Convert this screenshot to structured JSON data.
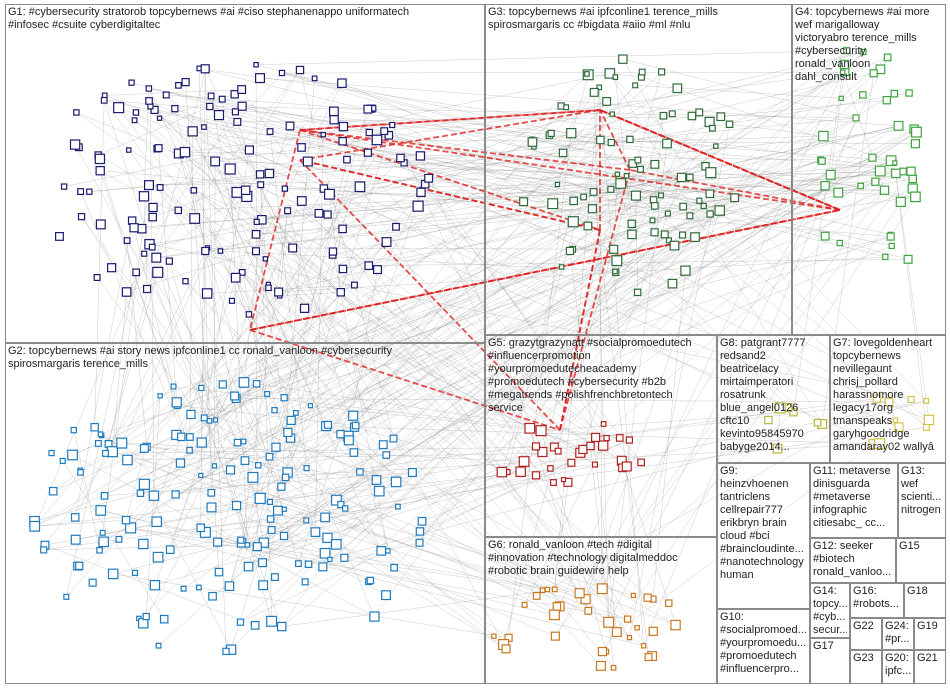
{
  "groups": [
    {
      "id": "G1",
      "label": "G1: #cybersecurity stratorob topcybernews #ai #ciso stephanenappo uniformatech\n#infosec #csuite cyberdigitaltec"
    },
    {
      "id": "G2",
      "label": "G2: topcybernews #ai story news ipfconline1 cc ronald_vanloon #cybersecurity\nspirosmargaris terence_mills"
    },
    {
      "id": "G3",
      "label": "G3: topcybernews #ai ipfconline1 terence_mills\nspirosmargaris cc #bigdata #aiio #ml #nlu"
    },
    {
      "id": "G4",
      "label": "G4: topcybernews #ai more\nwef marigalloway\nvictoryabro terence_mills\n#cybersecurity\nronald_vanloon\ndahl_consult"
    },
    {
      "id": "G5",
      "label": "G5: grazytgrazynatt #socialpromoedutech\n#influencerpromotion\n#yourpromoedutecheacademy\n#promoedutech #cybersecurity #b2b\n#megatrends #polishfrenchbretontech\nservice"
    },
    {
      "id": "G6",
      "label": "G6: ronald_vanloon #tech #digital\n#innovation #technology digitalmeddoc\n#robotic brain guidewire help"
    },
    {
      "id": "G7",
      "label": "G7: lovegoldenheart\ntopcybernews\nnevillegaunt\nchrisj_pollard\nharassnomore\nlegacy17org\ntmanspeaks\ngaryhgoodridge\namandaray02 wallyâ"
    },
    {
      "id": "G8",
      "label": "G8: patgrant7777\nredsand2\nbeatricelacy\nmirtaimperatori\nrosatrunk\nblue_angel0126\ncftc10\nkevinto95845970\nbabyge2014..."
    },
    {
      "id": "G9",
      "label": "G9:\nheinzvhoenen\ntantriclens\ncellrepair777\nerikbryn brain\ncloud #bci\n#braincloudinte...\n#nanotechnology\nhuman"
    },
    {
      "id": "G10",
      "label": "G10:\n#socialpromoed...\n#yourpromoedu...\n#promoedutech\n#influencerpro..."
    },
    {
      "id": "G11",
      "label": "G11: metaverse\ndinisguarda\n#metaverse\ninfographic\ncitiesabc_ cc..."
    },
    {
      "id": "G12",
      "label": "G12: seeker\n#biotech\nronald_vanloo..."
    },
    {
      "id": "G13",
      "label": "G13:\nwef\nscienti...\nnitrogen"
    },
    {
      "id": "G14",
      "label": "G14:\ntopcy...\n#cyb...\nsecur..."
    },
    {
      "id": "G15",
      "label": "G15"
    },
    {
      "id": "G16",
      "label": "G16:\n#robots..."
    },
    {
      "id": "G17",
      "label": "G17"
    },
    {
      "id": "G18",
      "label": "G18"
    },
    {
      "id": "G19",
      "label": "G19"
    },
    {
      "id": "G20",
      "label": "G20:\nipfc..."
    },
    {
      "id": "G21",
      "label": "G21"
    },
    {
      "id": "G22",
      "label": "G22"
    },
    {
      "id": "G23",
      "label": "G23"
    },
    {
      "id": "G24",
      "label": "G24:\n#pr..."
    }
  ],
  "colors": {
    "G1": "#1a1a6e",
    "G2": "#1e7bbf",
    "G3": "#2f6b3a",
    "G4": "#3fa33f",
    "G5": "#b22222",
    "G6": "#c9781e",
    "G7": "#d6c34a",
    "G8": "#b6b83a",
    "G9": "#7a4a8c",
    "edge": "#8c8c8c",
    "hub_edge": "#e02020"
  }
}
